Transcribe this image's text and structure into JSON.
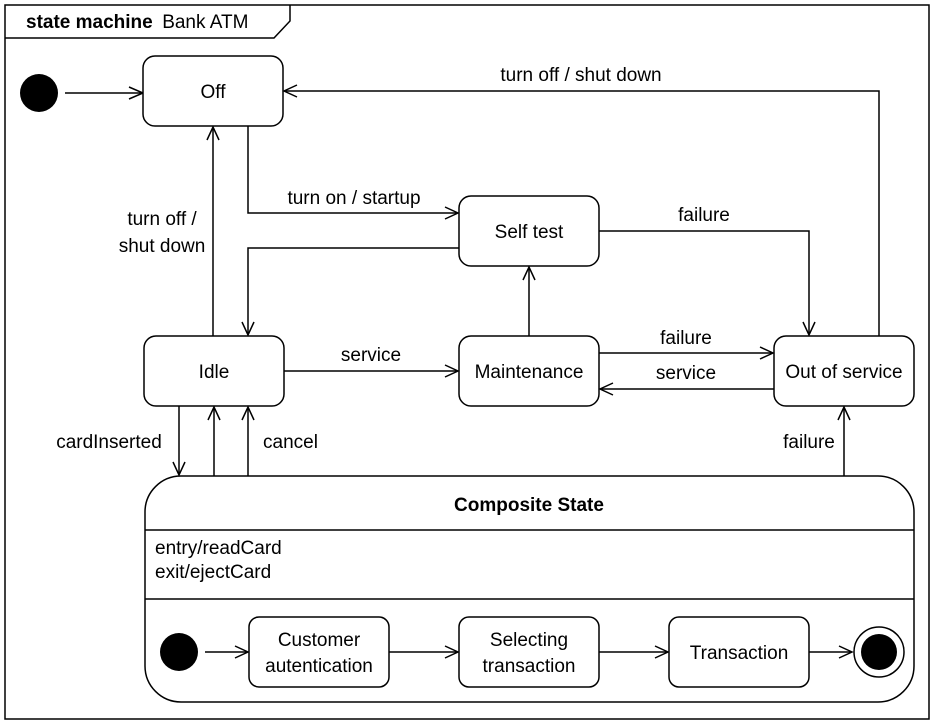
{
  "frame": {
    "keyword": "state machine",
    "name": "Bank ATM"
  },
  "states": {
    "off": "Off",
    "self_test": "Self test",
    "idle": "Idle",
    "maintenance": "Maintenance",
    "out_of_service": "Out of service"
  },
  "composite": {
    "title": "Composite State",
    "entry": "entry/readCard",
    "exit": "exit/ejectCard",
    "customer_auth": [
      "Customer",
      "autentication"
    ],
    "selecting": [
      "Selecting",
      "transaction"
    ],
    "transaction": "Transaction"
  },
  "transitions": {
    "turn_off_top": "turn off / shut down",
    "turn_on": "turn on / startup",
    "turn_off_left": [
      "turn off /",
      "shut down"
    ],
    "failure_selftest": "failure",
    "service_idle": "service",
    "failure_maint": "failure",
    "service_back": "service",
    "card_inserted": "cardInserted",
    "cancel": "cancel",
    "failure_composite": "failure"
  }
}
